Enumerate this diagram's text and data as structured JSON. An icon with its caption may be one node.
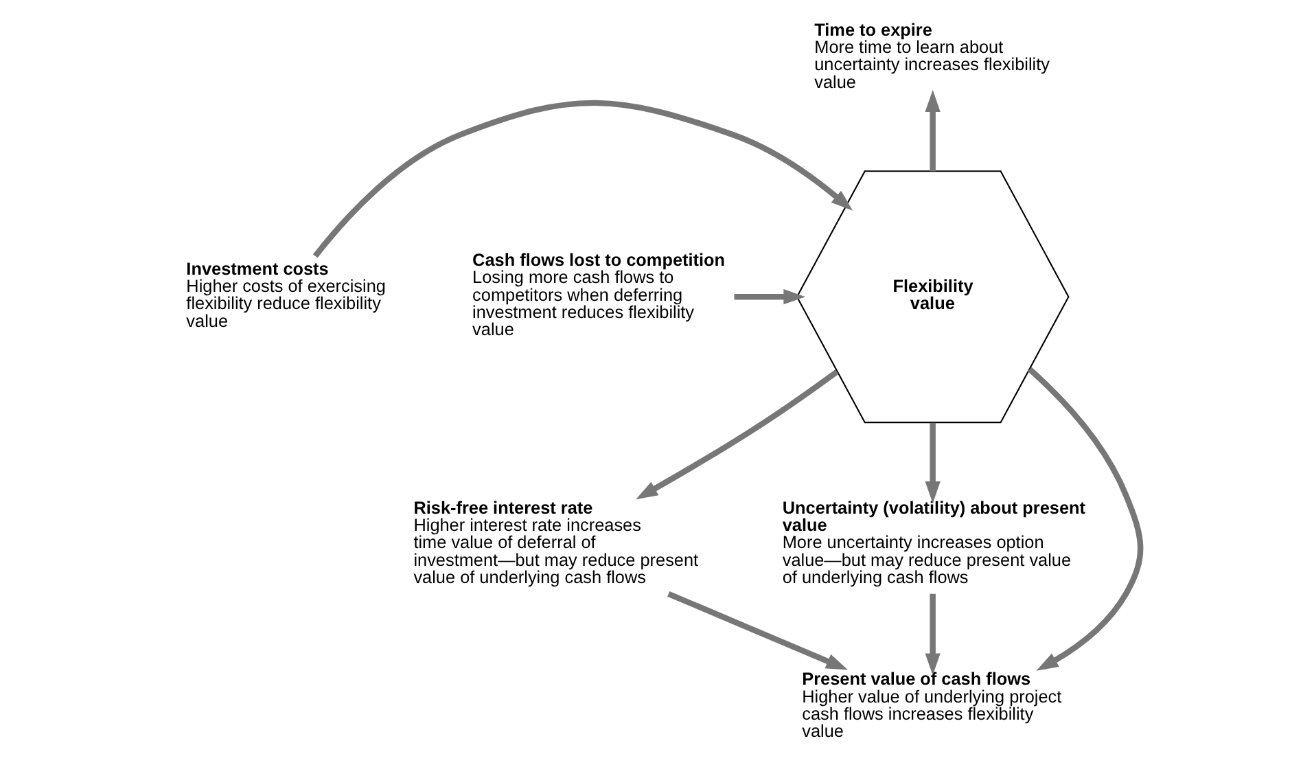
{
  "diagram": {
    "nodes": [
      {
        "text": [
          "Time to expire",
          "More time to learn about uncertainty increases flexibility value"
        ]
      },
      {
        "text": [
          "Investment costs",
          "Higher costs of exercising flexibility reduce flexibility value"
        ]
      },
      {
        "text": [
          "Cash flows lost to competition",
          "Losing more cash flows to competitors when deferring investment reduces flexibility value"
        ]
      },
      {
        "text": [
          "Flexibility value"
        ]
      },
      {
        "text": [
          "Risk-free interest rate",
          "Higher interest rate increases time value of deferral of investment—but may reduce present value of underlying cash flows"
        ]
      },
      {
        "text": [
          "Uncertainty (volatility) about present value",
          "More uncertainty increases option value—but may reduce present value of underlying cash flows"
        ]
      },
      {
        "text": [
          "Present value of cash flows",
          "Higher value of underlying project cash flows increases flexibility value"
        ]
      }
    ],
    "edges": [
      {
        "from": 1,
        "to": 3,
        "arrow": "to"
      },
      {
        "from": 2,
        "to": 3,
        "arrow": "to"
      },
      {
        "from": 3,
        "to": 0,
        "arrow": "to"
      },
      {
        "from": 3,
        "to": 4,
        "arrow": "to"
      },
      {
        "from": 3,
        "to": 5,
        "arrow": "to"
      },
      {
        "from": 3,
        "to": 6,
        "arrow": "to"
      },
      {
        "from": 4,
        "to": 6,
        "arrow": "to"
      },
      {
        "from": 5,
        "to": 6,
        "arrow": "to"
      }
    ]
  }
}
